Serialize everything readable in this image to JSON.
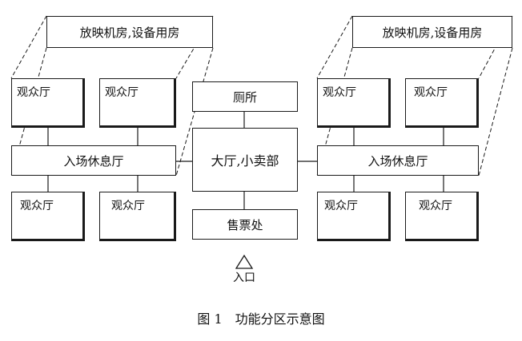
{
  "diagram": {
    "projection_room_left": "放映机房,设备用房",
    "projection_room_right": "放映机房,设备用房",
    "auditorium_label": "观众厅",
    "toilet": "厕所",
    "hall_shop": "大厅,小卖部",
    "lounge_left": "入场休息厅",
    "lounge_right": "入场休息厅",
    "ticket_office": "售票处",
    "entrance": "入口"
  },
  "caption": "图 1　功能分区示意图"
}
